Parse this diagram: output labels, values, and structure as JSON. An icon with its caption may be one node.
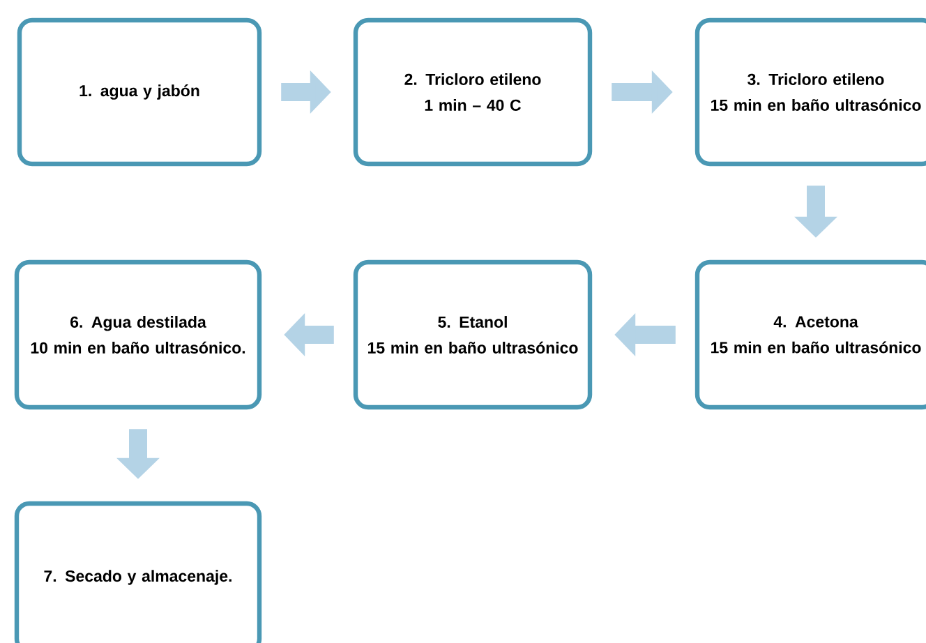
{
  "diagram": {
    "nodes": [
      {
        "text": [
          "1. agua  y jabón"
        ]
      },
      {
        "text": [
          "2. Tricloro etileno",
          "1 min – 40 C"
        ]
      },
      {
        "text": [
          "3. Tricloro etileno",
          "15 min en baño ultrasónico"
        ]
      },
      {
        "text": [
          "4. Acetona",
          "15 min en baño ultrasónico"
        ]
      },
      {
        "text": [
          "5. Etanol",
          "15 min en baño ultrasónico"
        ]
      },
      {
        "text": [
          "6. Agua destilada",
          "10 min en baño ultrasónico."
        ]
      },
      {
        "text": [
          "7. Secado y almacenaje."
        ]
      }
    ],
    "edges": [
      {
        "from": 0,
        "to": 1,
        "arrow": "to"
      },
      {
        "from": 1,
        "to": 2,
        "arrow": "to"
      },
      {
        "from": 2,
        "to": 3,
        "arrow": "to"
      },
      {
        "from": 3,
        "to": 4,
        "arrow": "to"
      },
      {
        "from": 4,
        "to": 5,
        "arrow": "to"
      },
      {
        "from": 5,
        "to": 6,
        "arrow": "to"
      }
    ]
  }
}
